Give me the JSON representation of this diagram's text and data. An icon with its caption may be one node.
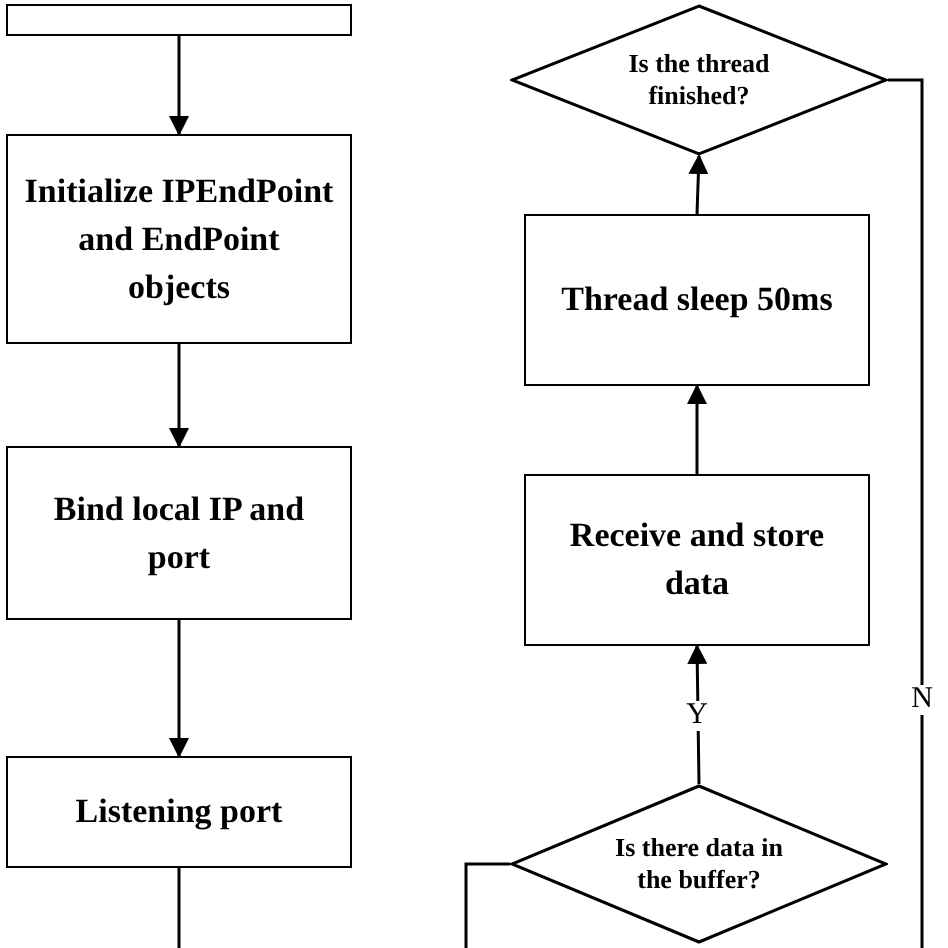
{
  "diagram": {
    "nodes": [
      {
        "text": [],
        "shape": "box"
      },
      {
        "text": [
          "Initialize IPEndPoint and EndPoint objects"
        ]
      },
      {
        "text": [
          "Bind local IP and port"
        ]
      },
      {
        "text": [
          "Listening port"
        ]
      },
      {
        "text": [
          "Is the thread finished?"
        ]
      },
      {
        "text": [
          "Thread sleep 50ms"
        ]
      },
      {
        "text": [
          "Receive and store data"
        ]
      },
      {
        "text": [
          "Is there data in the buffer?"
        ]
      }
    ],
    "edges": [
      {
        "from": 0,
        "to": 1,
        "arrow": "to"
      },
      {
        "from": 1,
        "to": 2,
        "arrow": "to"
      },
      {
        "from": 2,
        "to": 3,
        "arrow": "to"
      },
      {
        "from": 3,
        "to": null,
        "arrow": "none"
      },
      {
        "from": 7,
        "to": 6,
        "arrow": "to",
        "label": "Y"
      },
      {
        "from": 6,
        "to": 5,
        "arrow": "to"
      },
      {
        "from": 5,
        "to": 4,
        "arrow": "to"
      },
      {
        "from": 4,
        "to": null,
        "arrow": "none",
        "label": "N"
      },
      {
        "from": 7,
        "to": null,
        "arrow": "none"
      }
    ]
  }
}
